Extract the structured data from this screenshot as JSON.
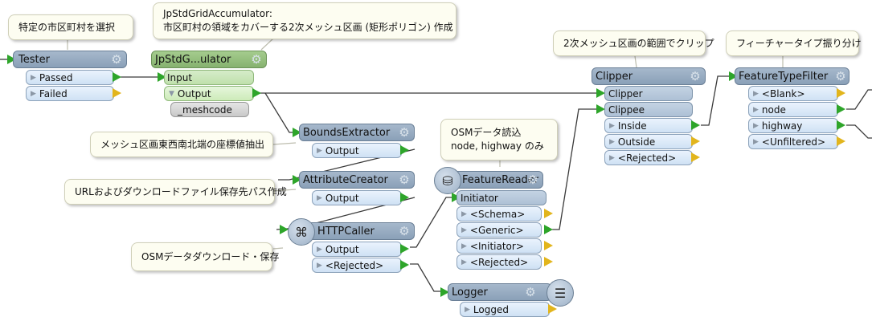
{
  "annotations": {
    "tester": "特定の市区町村を選択",
    "accumulator_line1": "JpStdGridAccumulator:",
    "accumulator_line2": "市区町村の領域をカバーする2次メッシュ区画 (矩形ポリゴン) 作成",
    "clipper": "2次メッシュ区画の範囲でクリップ",
    "ftf": "フィーチャータイプ振り分け",
    "bounds": "メッシュ区画東西南北端の座標値抽出",
    "attrcreator": "URLおよびダウンロードファイル保存先パス作成",
    "httpcaller": "OSMデータダウンロード・保存",
    "reader_line1": "OSMデータ読込",
    "reader_line2": "node, highway のみ"
  },
  "transformers": {
    "tester": {
      "name": "Tester",
      "ports": [
        "Passed",
        "Failed"
      ]
    },
    "accumulator": {
      "name": "JpStdG...ulator",
      "input": "Input",
      "output": "Output",
      "attr": "_meshcode"
    },
    "bounds": {
      "name": "BoundsExtractor",
      "ports": [
        "Output"
      ]
    },
    "attrcreator": {
      "name": "AttributeCreator",
      "ports": [
        "Output"
      ]
    },
    "httpcaller": {
      "name": "HTTPCaller",
      "ports": [
        "Output",
        "<Rejected>"
      ]
    },
    "reader": {
      "name": "FeatureReader",
      "input": "Initiator",
      "ports": [
        "<Schema>",
        "<Generic>",
        "<Initiator>",
        "<Rejected>"
      ]
    },
    "logger": {
      "name": "Logger",
      "ports": [
        "Logged"
      ]
    },
    "clipper": {
      "name": "Clipper",
      "inputs": [
        "Clipper",
        "Clippee"
      ],
      "ports": [
        "Inside",
        "Outside",
        "<Rejected>"
      ]
    },
    "ftf": {
      "name": "FeatureTypeFilter",
      "ports": [
        "<Blank>",
        "node",
        "highway",
        "<Unfiltered>"
      ]
    }
  },
  "colors": {
    "connected_port": "#2ea52a",
    "unconnected_port": "#e2b51d",
    "header_blue": "#8aa0b8",
    "header_green": "#86b26f"
  }
}
